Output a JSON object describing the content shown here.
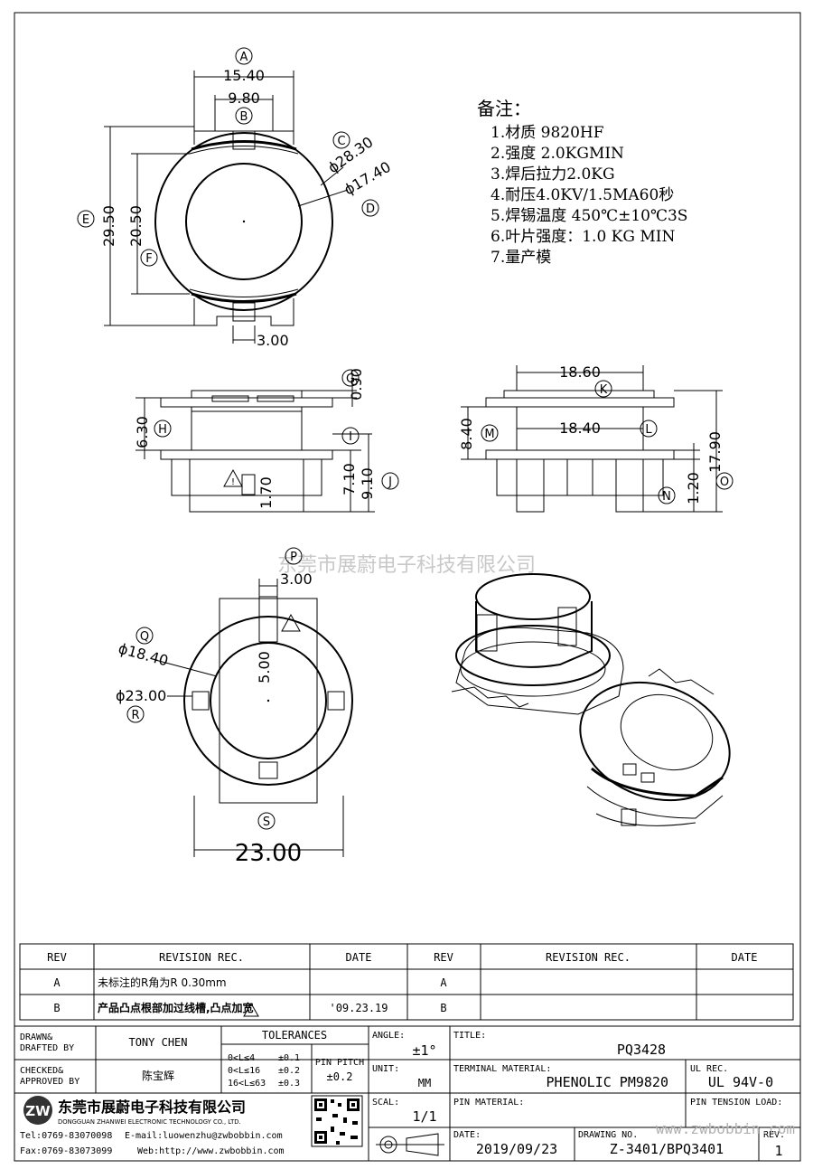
{
  "callouts": [
    "A",
    "B",
    "C",
    "D",
    "E",
    "F",
    "G",
    "H",
    "I",
    "J",
    "K",
    "L",
    "M",
    "N",
    "O",
    "P",
    "Q",
    "R",
    "S"
  ],
  "dims": {
    "a": "15.40",
    "b": "9.80",
    "c": "ϕ28.30",
    "d": "ϕ17.40",
    "e": "29.50",
    "f": "20.50",
    "pin_w": "3.00",
    "g": "0.90",
    "h": "6.30",
    "i": "7.10",
    "j": "9.10",
    "tri": "1.70",
    "k": "18.60",
    "l": "18.40",
    "m": "8.40",
    "n": "1.20",
    "o": "17.90",
    "p": "3.00",
    "p5": "5.00",
    "q": "ϕ18.40",
    "r": "ϕ23.00",
    "s": "23.00"
  },
  "notes": {
    "title": "备注：",
    "items": [
      "1.材质 9820HF",
      "2.强度 2.0KGMIN",
      "3.焊后拉力2.0KG",
      "4.耐压4.0KV/1.5MA60秒",
      "5.焊锡温度 450℃±10℃3S",
      "6.叶片强度：1.0 KG MIN",
      "7.量产模"
    ]
  },
  "watermark": "东莞市展蔚电子科技有限公司",
  "revision": {
    "headers": [
      "REV",
      "REVISION REC.",
      "DATE",
      "REV",
      "REVISION REC.",
      "DATE"
    ],
    "rows": [
      {
        "rev": "A",
        "rec": "未标注的R角为R 0.30mm",
        "date": "",
        "rev2": "A"
      },
      {
        "rev": "B",
        "rec": "产品凸点根部加过线槽,凸点加宽",
        "date": "'09.23.19",
        "rev2": "B"
      }
    ]
  },
  "title_block": {
    "drawn_label": "DRAWN&\nDRAFTED BY",
    "drawn_by": "TONY CHEN",
    "checked_label": "CHECKED&\nAPPROVED BY",
    "checked_by": "陈宝辉",
    "tolerances_label": "TOLERANCES",
    "tol_rows": [
      {
        "range": "0<L≤4",
        "tol": "±0.1"
      },
      {
        "range": "0<L≤16",
        "tol": "±0.2"
      },
      {
        "range": "16<L≤63",
        "tol": "±0.3"
      }
    ],
    "pin_pitch_label": "PIN PITCH",
    "pin_pitch": "±0.2",
    "angle_label": "ANGLE:",
    "angle": "±1°",
    "unit_label": "UNIT:",
    "unit": "MM",
    "scale_label": "SCAL:",
    "scale": "1/1",
    "title_label": "TITLE:",
    "title": "PQ3428",
    "terminal_label": "TERMINAL MATERIAL:",
    "terminal": "PHENOLIC PM9820",
    "ul_label": "UL REC.",
    "ul": "UL 94V-0",
    "pin_material_label": "PIN MATERIAL:",
    "pin_tension_label": "PIN TENSION LOAD:",
    "date_label": "DATE:",
    "date": "2019/09/23",
    "drawing_label": "DRAWING NO.",
    "drawing_no": "Z-3401/BPQ3401",
    "rev_label": "REV.",
    "rev": "1",
    "company_cn": "东莞市展蔚电子科技有限公司",
    "company_en": "DONGGUAN ZHANWEI ELECTRONIC TECHNOLOGY CO., LTD.",
    "tel": "Tel:0769-83070098",
    "email": "E-mail:luowenzhu@zwbobbin.com",
    "fax": "Fax:0769-83073099",
    "web": "Web:http://www.zwbobbin.com",
    "url_watermark": "www.zwbobbin.com"
  }
}
